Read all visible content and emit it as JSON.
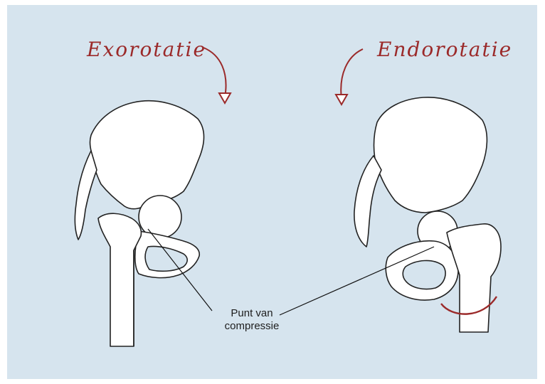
{
  "labels": {
    "left_title": "Exorotatie",
    "right_title": "Endorotatie",
    "callout_line1": "Punt van",
    "callout_line2": "compressie"
  },
  "colors": {
    "background": "#d6e4ee",
    "accent_red": "#9b2a2a",
    "bone_fill": "#ffffff",
    "ink": "#222222"
  }
}
